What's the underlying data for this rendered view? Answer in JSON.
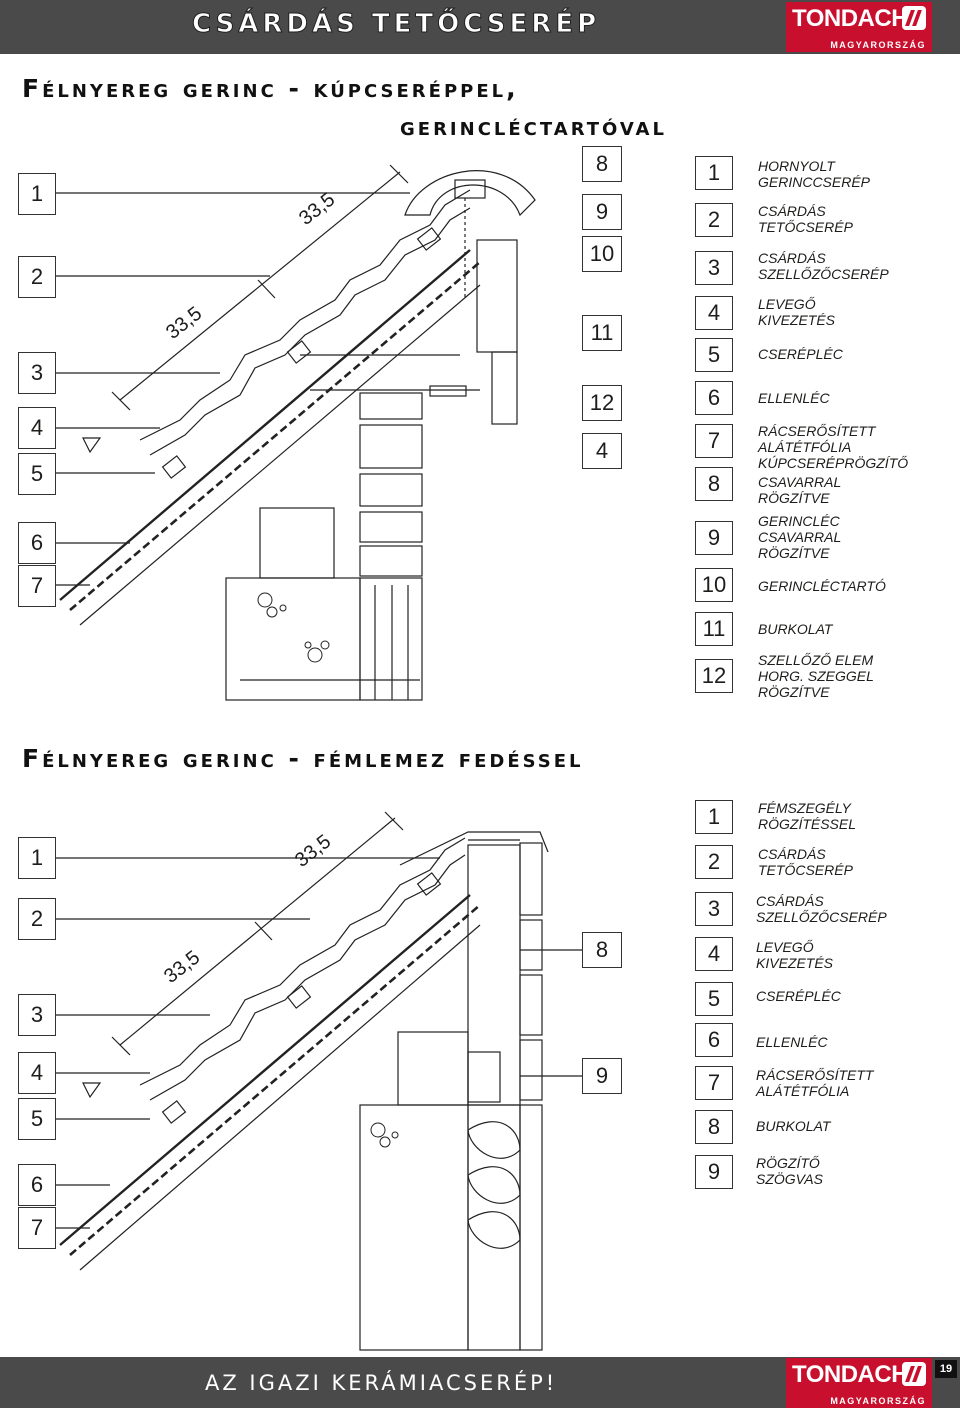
{
  "header": {
    "title": "CSÁRDÁS TETŐCSERÉP"
  },
  "logo": {
    "brand": "TONDACH",
    "country": "MAGYARORSZÁG"
  },
  "section1": {
    "title_line1": "Félnyereg gerinc - kúpcseréppel,",
    "title_line2": "gerincléctartóval",
    "dimensions": [
      "33,5",
      "33,5"
    ],
    "left_numbers": [
      "1",
      "2",
      "3",
      "4",
      "5",
      "6",
      "7"
    ],
    "mid_numbers": [
      "8",
      "9",
      "10",
      "11",
      "12",
      "4"
    ],
    "legend": [
      {
        "num": "1",
        "text": "HORNYOLT\nGERINCCSERÉP"
      },
      {
        "num": "2",
        "text": "CSÁRDÁS\nTETŐCSERÉP"
      },
      {
        "num": "3",
        "text": "CSÁRDÁS\nSZELLŐZŐCSERÉP"
      },
      {
        "num": "4",
        "text": "LEVEGŐ\nKIVEZETÉS"
      },
      {
        "num": "5",
        "text": "CSERÉPLÉC"
      },
      {
        "num": "6",
        "text": "ELLENLÉC"
      },
      {
        "num": "7",
        "text": "RÁCSERŐSÍTETT\nALÁTÉTFÓLIA\nKÚPCSERÉPRÖGZÍTŐ"
      },
      {
        "num": "8",
        "text": "CSAVARRAL\nRÖGZÍTVE"
      },
      {
        "num": "9",
        "text": "GERINCLÉC\nCSAVARRAL\nRÖGZÍTVE"
      },
      {
        "num": "10",
        "text": "GERINCLÉCTARTÓ"
      },
      {
        "num": "11",
        "text": "BURKOLAT"
      },
      {
        "num": "12",
        "text": "SZELLŐZŐ ELEM\nHORG. SZEGGEL\nRÖGZÍTVE"
      }
    ]
  },
  "section2": {
    "title": "Félnyereg gerinc - fémlemez fedéssel",
    "dimensions": [
      "33,5",
      "33,5"
    ],
    "left_numbers": [
      "1",
      "2",
      "3",
      "4",
      "5",
      "6",
      "7"
    ],
    "mid_numbers": [
      "8",
      "9"
    ],
    "legend": [
      {
        "num": "1",
        "text": "FÉMSZEGÉLY\nRÖGZÍTÉSSEL"
      },
      {
        "num": "2",
        "text": "CSÁRDÁS\nTETŐCSERÉP"
      },
      {
        "num": "3",
        "text": "CSÁRDÁS\nSZELLŐZŐCSERÉP"
      },
      {
        "num": "4",
        "text": "LEVEGŐ\nKIVEZETÉS"
      },
      {
        "num": "5",
        "text": "CSERÉPLÉC"
      },
      {
        "num": "6",
        "text": "ELLENLÉC"
      },
      {
        "num": "7",
        "text": "RÁCSERŐSÍTETT\nALÁTÉTFÓLIA"
      },
      {
        "num": "8",
        "text": "BURKOLAT"
      },
      {
        "num": "9",
        "text": "RÖGZÍTŐ\nSZÖGVAS"
      }
    ]
  },
  "footer": {
    "slogan": "AZ IGAZI KERÁMIACSERÉP!",
    "page": "19"
  }
}
